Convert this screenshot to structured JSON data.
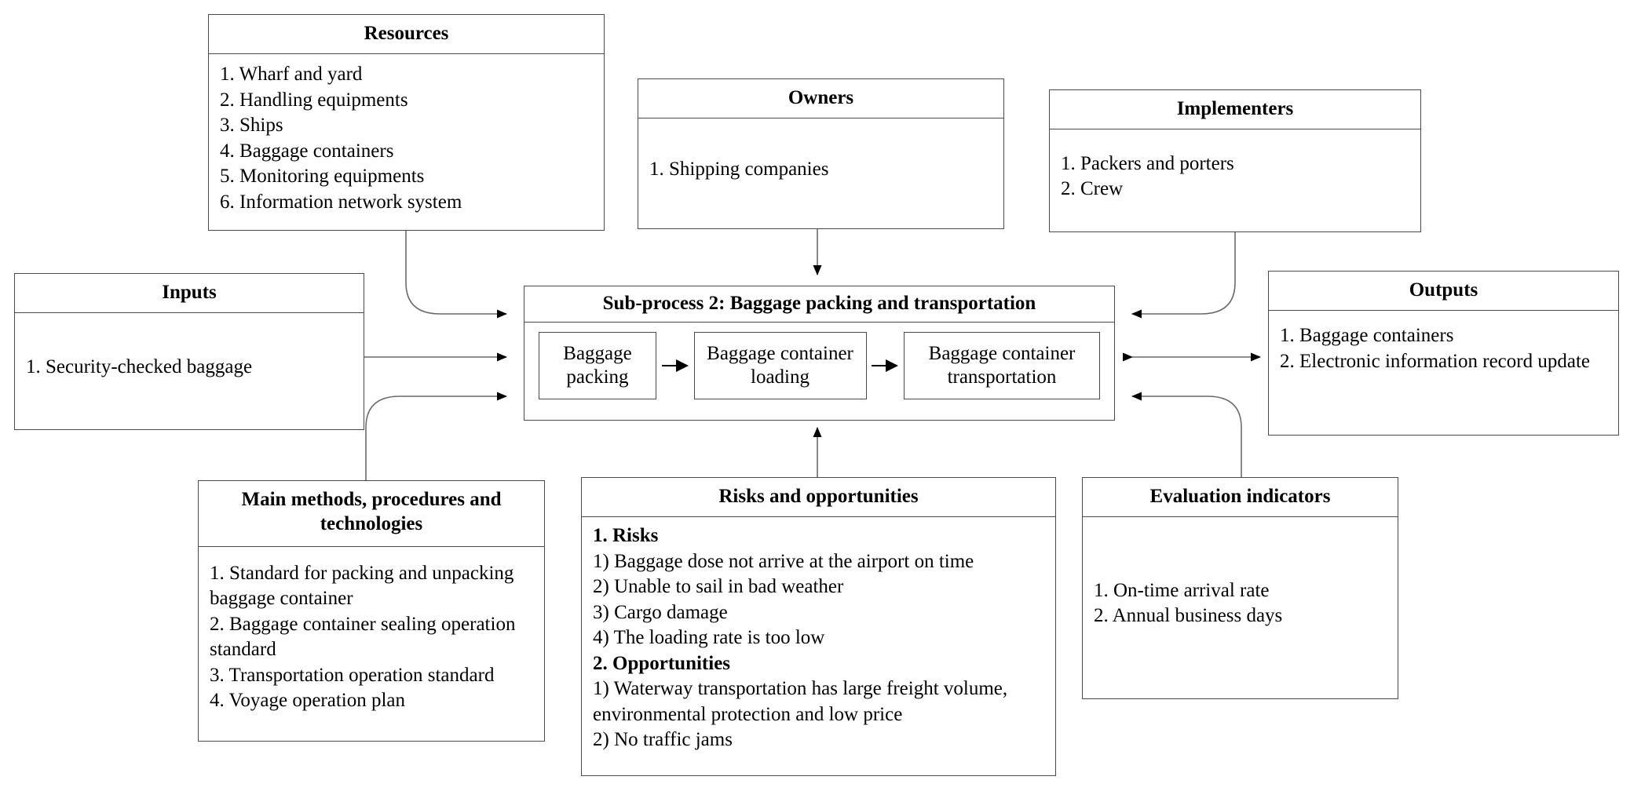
{
  "diagram": {
    "title": "Sub-process 2: Baggage packing and transportation",
    "colors": {
      "box_border": "#4a4a4a",
      "connector": "#6a6a6a",
      "arrow_head": "#000000",
      "background": "#ffffff",
      "text": "#000000"
    }
  },
  "resources": {
    "title": "Resources",
    "items": [
      "1. Wharf and yard",
      "2. Handling equipments",
      "3. Ships",
      "4. Baggage containers",
      "5. Monitoring equipments",
      "6. Information network system"
    ]
  },
  "owners": {
    "title": "Owners",
    "items": [
      "1. Shipping companies"
    ]
  },
  "implementers": {
    "title": "Implementers",
    "items": [
      "1. Packers and porters",
      "2. Crew"
    ]
  },
  "inputs": {
    "title": "Inputs",
    "items": [
      "1. Security-checked baggage"
    ]
  },
  "outputs": {
    "title": "Outputs",
    "items": [
      "1. Baggage containers",
      "2. Electronic information record update"
    ]
  },
  "process": {
    "title": "Sub-process 2: Baggage packing and transportation",
    "steps": [
      {
        "label": "Baggage packing"
      },
      {
        "label": "Baggage container loading"
      },
      {
        "label": "Baggage container transportation"
      }
    ]
  },
  "methods": {
    "title": "Main methods, procedures and technologies",
    "items": [
      "1. Standard for packing and unpacking baggage container",
      "2. Baggage container sealing operation standard",
      "3. Transportation operation standard",
      "4. Voyage operation plan"
    ]
  },
  "risks": {
    "title": "Risks and opportunities",
    "groups": [
      {
        "heading": "1. Risks",
        "items": [
          "1) Baggage dose not arrive at the airport on time",
          "2) Unable to sail in bad weather",
          "3) Cargo damage",
          "4) The loading rate is too low"
        ]
      },
      {
        "heading": "2. Opportunities",
        "items": [
          "1) Waterway transportation has large freight volume, environmental protection and low price",
          "2) No traffic jams"
        ]
      }
    ]
  },
  "evaluation": {
    "title": "Evaluation indicators",
    "items": [
      "1. On-time arrival rate",
      "2. Annual business days"
    ]
  }
}
